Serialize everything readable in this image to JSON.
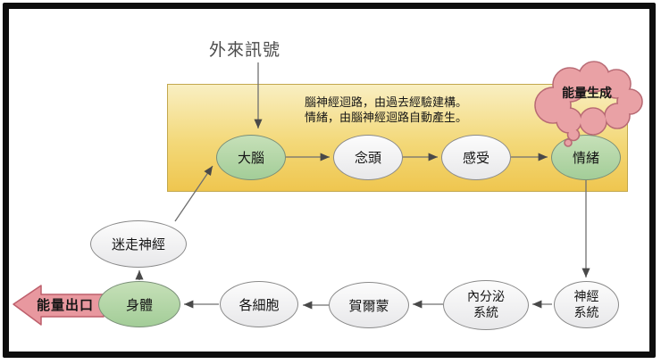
{
  "diagram": {
    "title_label": "外來訊號",
    "box_note": "腦神經迴路，由過去經驗建構。\n情緒，由腦神經迴路自動產生。",
    "cloud_label": "能量生成",
    "energy_exit_label": "能量出口",
    "nodes": {
      "brain": "大腦",
      "thought": "念頭",
      "feeling": "感受",
      "emotion": "情緒",
      "vagus_nerve": "迷走神經",
      "body": "身體",
      "cells": "各細胞",
      "hormones": "賀爾蒙",
      "endocrine_system": "內分泌\n系統",
      "nervous_system": "神經\n系統"
    },
    "colors": {
      "box_gradient_top": "#F9EFC2",
      "box_gradient_bottom": "#EFC64F",
      "node_green": "#AFD3A3",
      "node_gray": "#F0F0F1",
      "cloud_pink": "#E9A1A5",
      "exit_arrow_pink": "#E8989F",
      "connector_gray": "#6F6F6F"
    }
  }
}
